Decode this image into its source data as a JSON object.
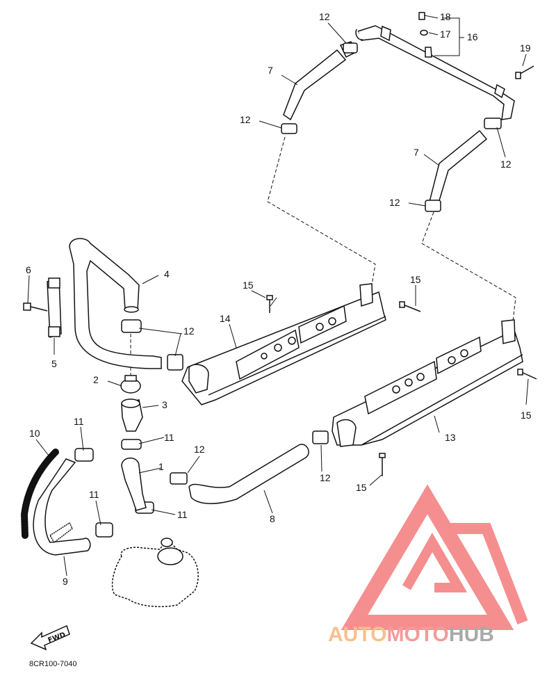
{
  "diagram": {
    "callouts": [
      {
        "id": "c7a",
        "text": "7"
      },
      {
        "id": "c12a",
        "text": "12"
      },
      {
        "id": "c12b",
        "text": "12"
      },
      {
        "id": "c18",
        "text": "18"
      },
      {
        "id": "c17",
        "text": "17"
      },
      {
        "id": "c16",
        "text": "16"
      },
      {
        "id": "c19",
        "text": "19"
      },
      {
        "id": "c7b",
        "text": "7"
      },
      {
        "id": "c12c",
        "text": "12"
      },
      {
        "id": "c12d",
        "text": "12"
      },
      {
        "id": "c6",
        "text": "6"
      },
      {
        "id": "c4",
        "text": "4"
      },
      {
        "id": "c5",
        "text": "5"
      },
      {
        "id": "c15a",
        "text": "15"
      },
      {
        "id": "c15b",
        "text": "15"
      },
      {
        "id": "c14",
        "text": "14"
      },
      {
        "id": "c12e",
        "text": "12"
      },
      {
        "id": "c2",
        "text": "2"
      },
      {
        "id": "c3",
        "text": "3"
      },
      {
        "id": "c15c",
        "text": "15"
      },
      {
        "id": "c11a",
        "text": "11"
      },
      {
        "id": "c10",
        "text": "10"
      },
      {
        "id": "c11b",
        "text": "11"
      },
      {
        "id": "c12f",
        "text": "12"
      },
      {
        "id": "c13",
        "text": "13"
      },
      {
        "id": "c1",
        "text": "1"
      },
      {
        "id": "c12g",
        "text": "12"
      },
      {
        "id": "c15d",
        "text": "15"
      },
      {
        "id": "c11c",
        "text": "11"
      },
      {
        "id": "c8",
        "text": "8"
      },
      {
        "id": "c11d",
        "text": "11"
      },
      {
        "id": "c9",
        "text": "9"
      }
    ],
    "fwd_label": "FWD",
    "drawing_code": "8CR100-7040"
  },
  "watermark": {
    "part1": "AUTO",
    "part2": "MOTO",
    "part3": "HUB",
    "colors": {
      "part1": "#f7c08e",
      "part2": "#f49a9a",
      "part3": "#a9a9a9",
      "logo": "#f47c7c"
    }
  }
}
